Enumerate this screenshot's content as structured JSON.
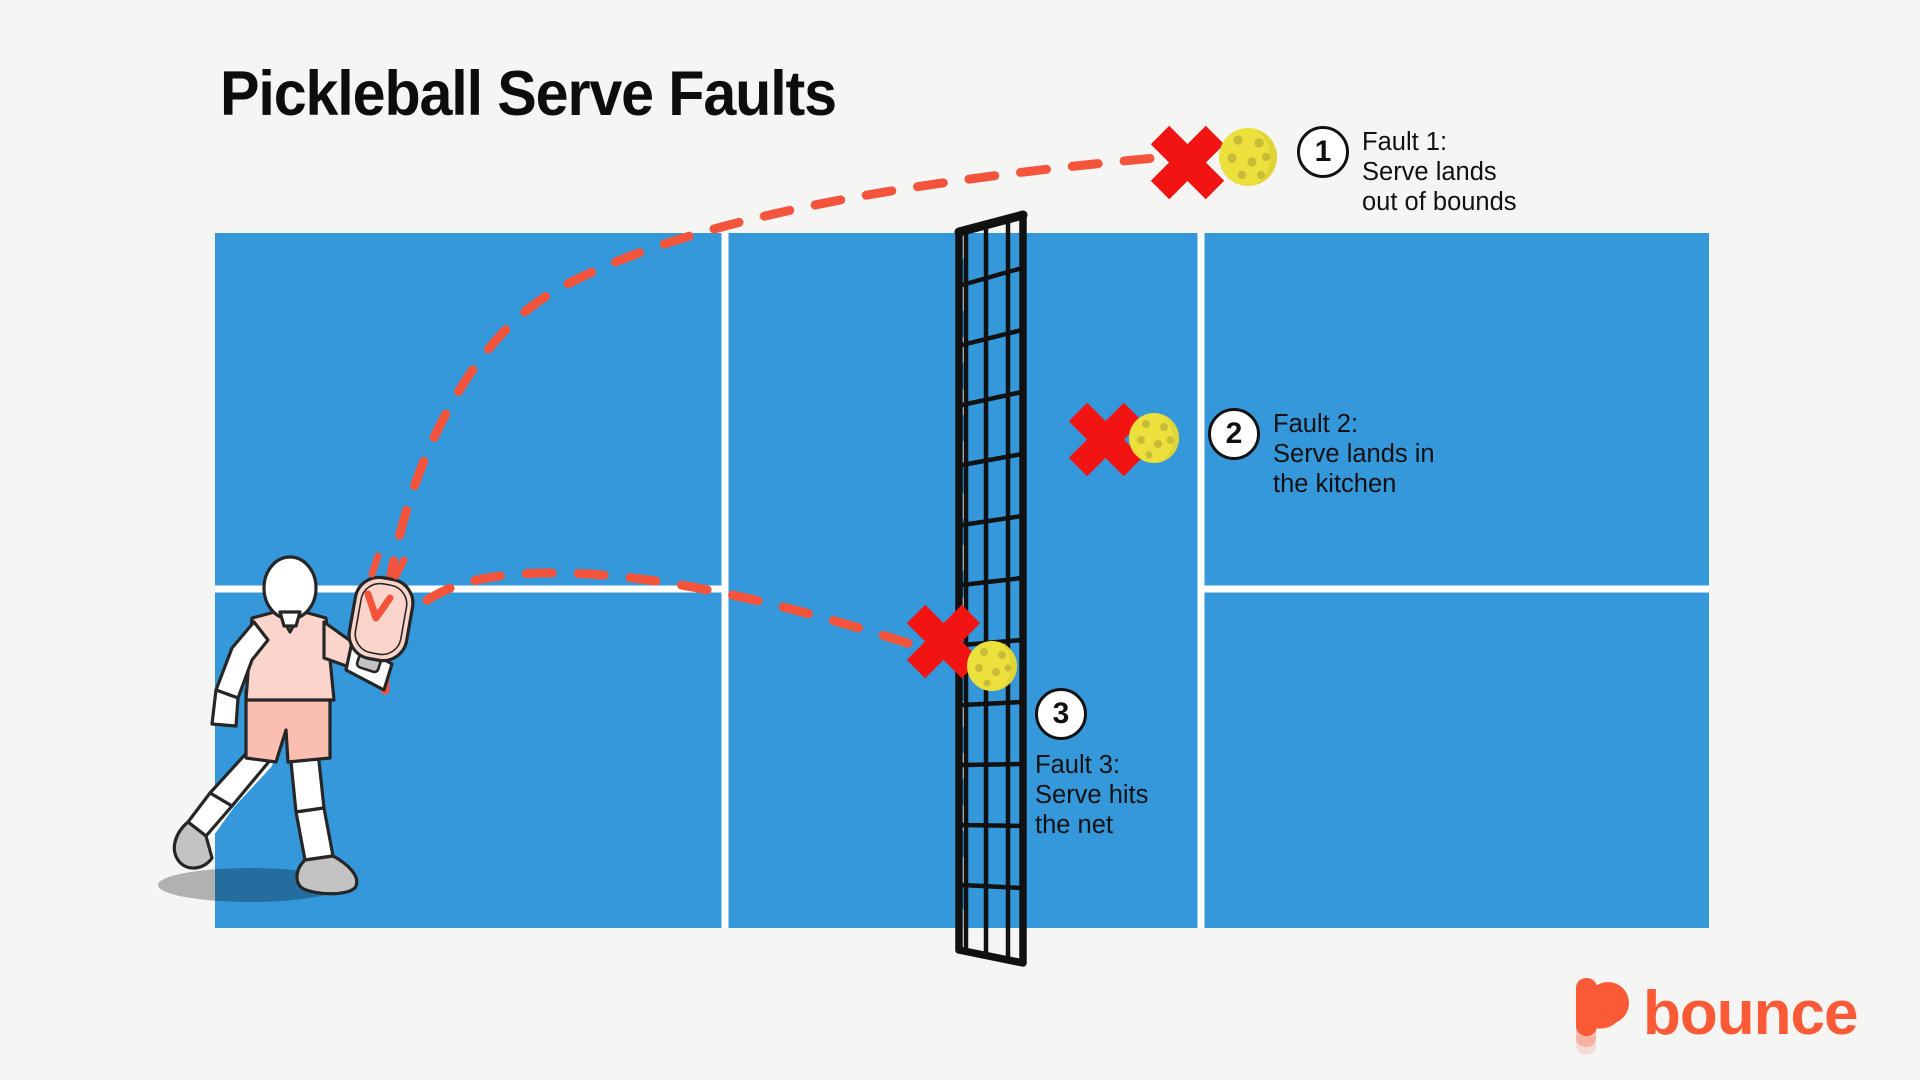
{
  "title": "Pickleball Serve Faults",
  "colors": {
    "background": "#f5f5f4",
    "court": "#3498db",
    "court_line": "#ffffff",
    "trajectory": "#f4543c",
    "fault_x": "#f21313",
    "ball": "#ece03c",
    "ball_hole": "#c8bb38",
    "badge_border": "#111111",
    "net": "#111111",
    "brand": "#fa5a36",
    "jersey": "#fbd5cb",
    "shorts": "#fbbfb2",
    "skin": "#ffffff",
    "shoe": "#c3c3c3"
  },
  "faults": [
    {
      "number": "1",
      "label": "Fault 1:\nServe lands\nout of bounds",
      "marker": "red-x",
      "ball": "pickleball"
    },
    {
      "number": "2",
      "label": "Fault 2:\nServe lands in\nthe kitchen",
      "marker": "red-x",
      "ball": "pickleball"
    },
    {
      "number": "3",
      "label": "Fault 3:\nServe hits\nthe net",
      "marker": "red-x",
      "ball": "pickleball"
    }
  ],
  "logo": {
    "text": "bounce",
    "mark": "bounce-b-icon"
  },
  "court": {
    "description": "pickleball court top-down-ish view, blue surface with white lines",
    "net_label": "net",
    "center_line_label": "center line",
    "kitchen_label": "non-volley zone"
  },
  "player": {
    "label": "pickleball player serving",
    "paddle_label": "paddle"
  }
}
